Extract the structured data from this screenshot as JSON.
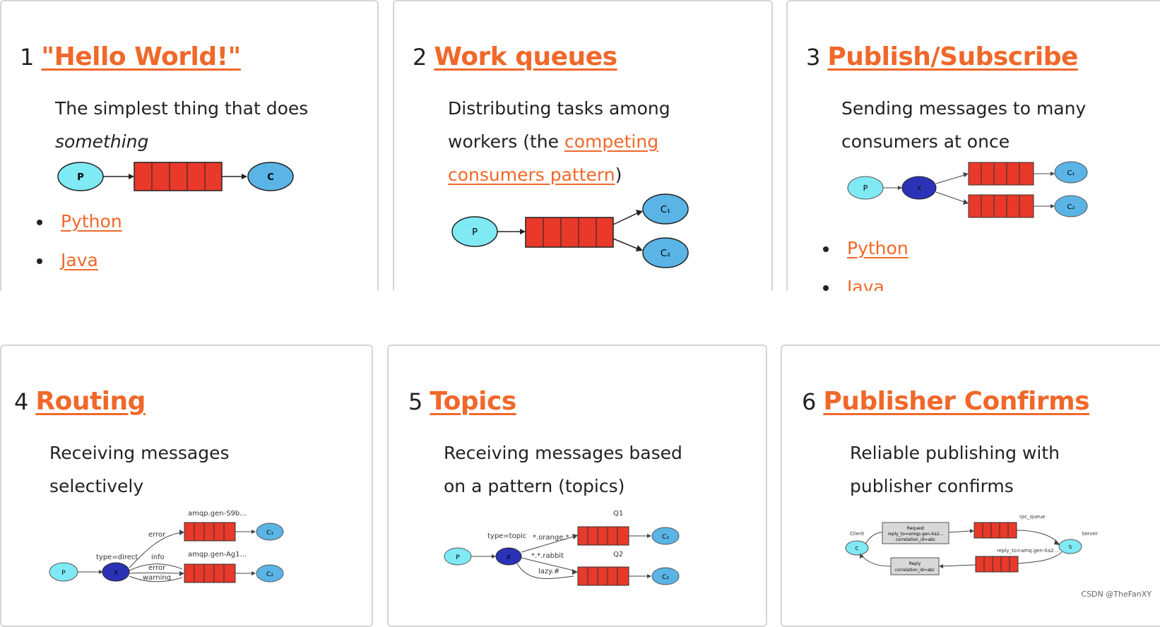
{
  "tutorials": [
    {
      "number": "1",
      "title": "\"Hello World!\"",
      "desc_line1": "The simplest thing that does",
      "desc_line2": "something",
      "links": [
        "Python",
        "Java"
      ],
      "diagram": {
        "producer": "P",
        "consumer": "C"
      }
    },
    {
      "number": "2",
      "title": "Work queues",
      "desc_line1": "Distributing tasks among",
      "desc_line2_pre": "workers (the ",
      "desc_link_a": "competing",
      "desc_link_b": "consumers pattern",
      "desc_line3_post": ")",
      "diagram": {
        "producer": "P",
        "consumer1": "C₁",
        "consumer2": "C₂"
      }
    },
    {
      "number": "3",
      "title": "Publish/Subscribe",
      "desc_line1": "Sending messages to many",
      "desc_line2": "consumers at once",
      "links": [
        "Python",
        "Java"
      ],
      "diagram": {
        "producer": "P",
        "exchange": "X",
        "consumer1": "C₁",
        "consumer2": "C₂"
      }
    },
    {
      "number": "4",
      "title": "Routing",
      "desc_line1": "Receiving messages",
      "desc_line2": "selectively",
      "diagram": {
        "producer": "P",
        "exchange": "X",
        "exchange_type": "type=direct",
        "queue1": "amqp.gen-S9b...",
        "queue2": "amqp.gen-Ag1...",
        "key_error": "error",
        "key_info": "info",
        "key_error2": "error",
        "key_warning": "warning",
        "consumer1": "C₁",
        "consumer2": "C₂"
      }
    },
    {
      "number": "5",
      "title": "Topics",
      "desc_line1": "Receiving messages based",
      "desc_line2": "on a pattern (topics)",
      "diagram": {
        "producer": "P",
        "exchange": "X",
        "exchange_type": "type=topic",
        "queue1": "Q1",
        "queue2": "Q2",
        "key1": "*.orange.*",
        "key2": "*.*.rabbit",
        "key3": "lazy.#",
        "consumer1": "C₁",
        "consumer2": "C₂"
      }
    },
    {
      "number": "6",
      "title": "Publisher Confirms",
      "desc_line1": "Reliable publishing with",
      "desc_line2": "publisher confirms",
      "diagram": {
        "client": "Client",
        "client_node": "C",
        "server": "Server",
        "server_node": "S",
        "request_l1": "Request",
        "request_l2": "reply_to=amqp.gen-Xa2...",
        "request_l3": "correlation_id=abc",
        "reply_l1": "Reply",
        "reply_l2": "correlation_id=abc",
        "rpc_queue": "rpc_queue",
        "reply_queue": "reply_to=amq.gen-Xa2..."
      }
    }
  ],
  "watermark": "CSDN @TheFanXY",
  "colors": {
    "accent": "#f0682a",
    "queue": "#e8392a",
    "producer": "#7fe9f4",
    "consumer": "#5ab4e6",
    "exchange": "#2a33b8"
  }
}
